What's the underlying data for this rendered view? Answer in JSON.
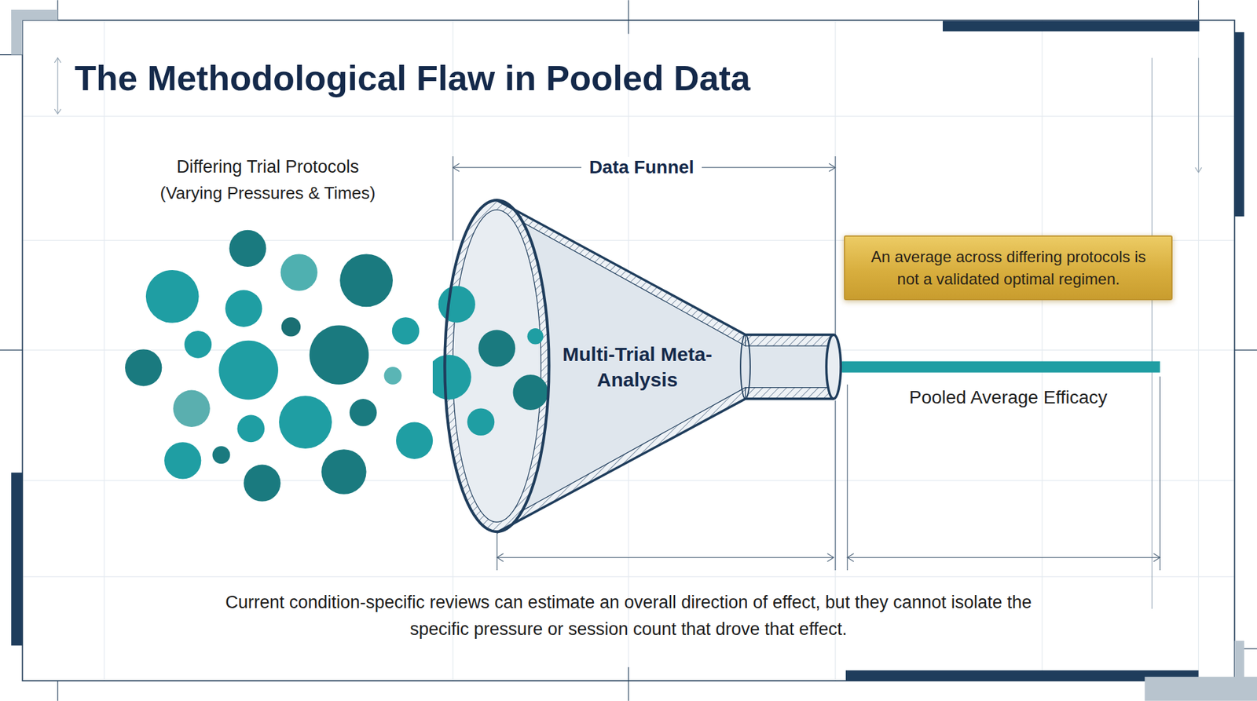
{
  "diagram": {
    "title": "The Methodological Flaw in Pooled Data",
    "caption": "Current condition-specific reviews can estimate an overall direction of effect, but they cannot isolate the specific pressure or session count that drove that effect.",
    "nodes": [
      {
        "text": [
          "Multi-Trial Meta-Analysis"
        ]
      },
      {
        "text": [
          "An average across differing protocols is not a validated optimal regimen."
        ]
      }
    ],
    "edges": [],
    "labels": [
      "Differing Trial Protocols",
      "(Varying Pressures & Times)",
      "Data Funnel",
      "Pooled Average Efficacy"
    ]
  }
}
